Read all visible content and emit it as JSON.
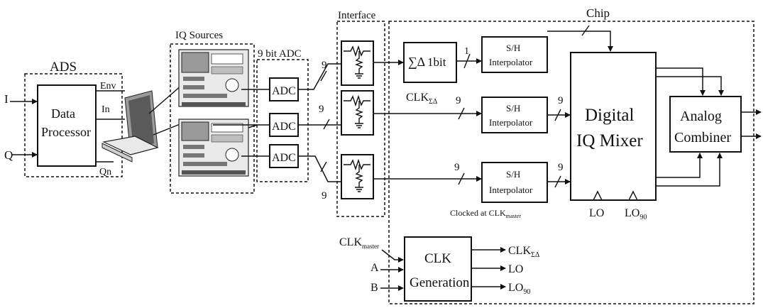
{
  "labels": {
    "ads": "ADS",
    "iq_sources": "IQ Sources",
    "adc_group": "9 bit ADC",
    "interface": "Interface",
    "chip": "Chip"
  },
  "inputs": {
    "i": "I",
    "q": "Q"
  },
  "data_processor": {
    "line1": "Data",
    "line2": "Processor",
    "out_env": "Env",
    "out_in": "In",
    "out_qn": "Qn"
  },
  "adc": {
    "label": "ADC"
  },
  "bus_width": "9",
  "bus_width_1": "1",
  "sigma_delta": {
    "sym": "∑∆",
    "text": "1bit"
  },
  "clk_sd": {
    "main": "CLK",
    "sub": "ΣΔ"
  },
  "sh": {
    "line1": "S/H",
    "line2": "Interpolator"
  },
  "clocked_at": "Clocked at CLK",
  "clocked_at_sub": "master",
  "mixer": {
    "line1": "Digital",
    "line2": "IQ Mixer",
    "lo": "LO",
    "lo90": "LO",
    "lo90_sub": "90"
  },
  "combiner": {
    "line1": "Analog",
    "line2": "Combiner"
  },
  "clkgen": {
    "line1": "CLK",
    "line2": "Generation",
    "in_master": "CLK",
    "in_master_sub": "master",
    "in_a": "A",
    "in_b": "B",
    "out_sd": "CLK",
    "out_sd_sub": "ΣΔ",
    "out_lo": "LO",
    "out_lo90": "LO",
    "out_lo90_sub": "90"
  }
}
